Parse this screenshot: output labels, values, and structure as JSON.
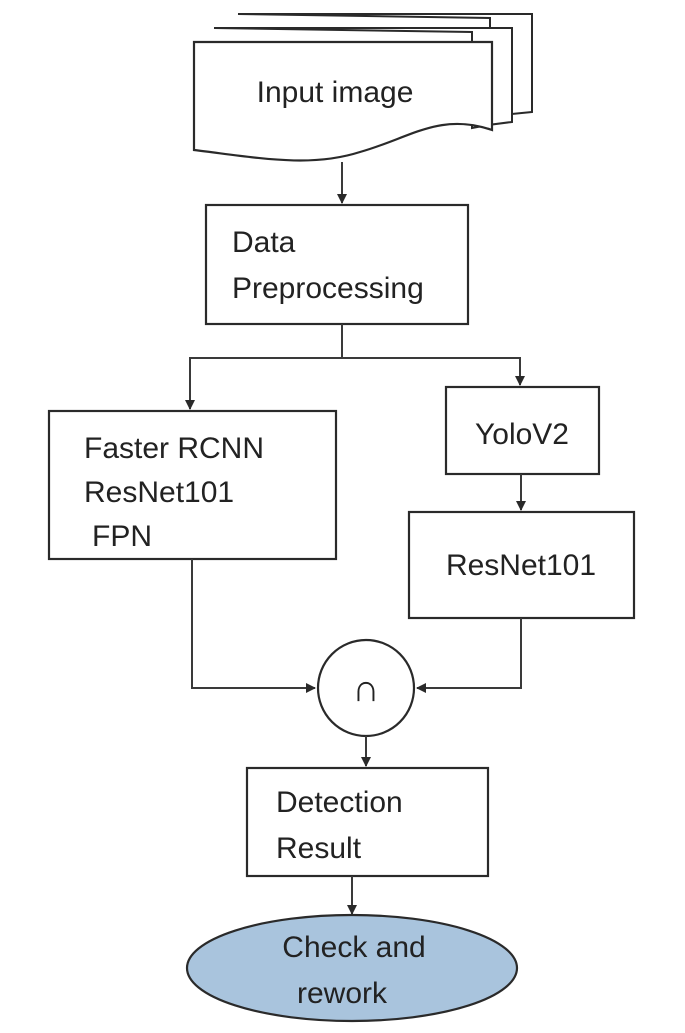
{
  "nodes": {
    "input": {
      "label": "Input image"
    },
    "preprocess": {
      "lines": [
        "Data",
        "Preprocessing"
      ]
    },
    "faster_rcnn": {
      "lines": [
        "Faster RCNN",
        "ResNet101",
        "FPN"
      ]
    },
    "yolo": {
      "label": "YoloV2"
    },
    "resnet": {
      "label": "ResNet101"
    },
    "intersection": {
      "symbol": "∩"
    },
    "detection": {
      "lines": [
        "Detection",
        "Result"
      ]
    },
    "check": {
      "lines": [
        "Check and",
        "rework"
      ]
    }
  },
  "colors": {
    "ellipse_fill": "#a9c4dd",
    "stroke": "#2a2a2a"
  }
}
